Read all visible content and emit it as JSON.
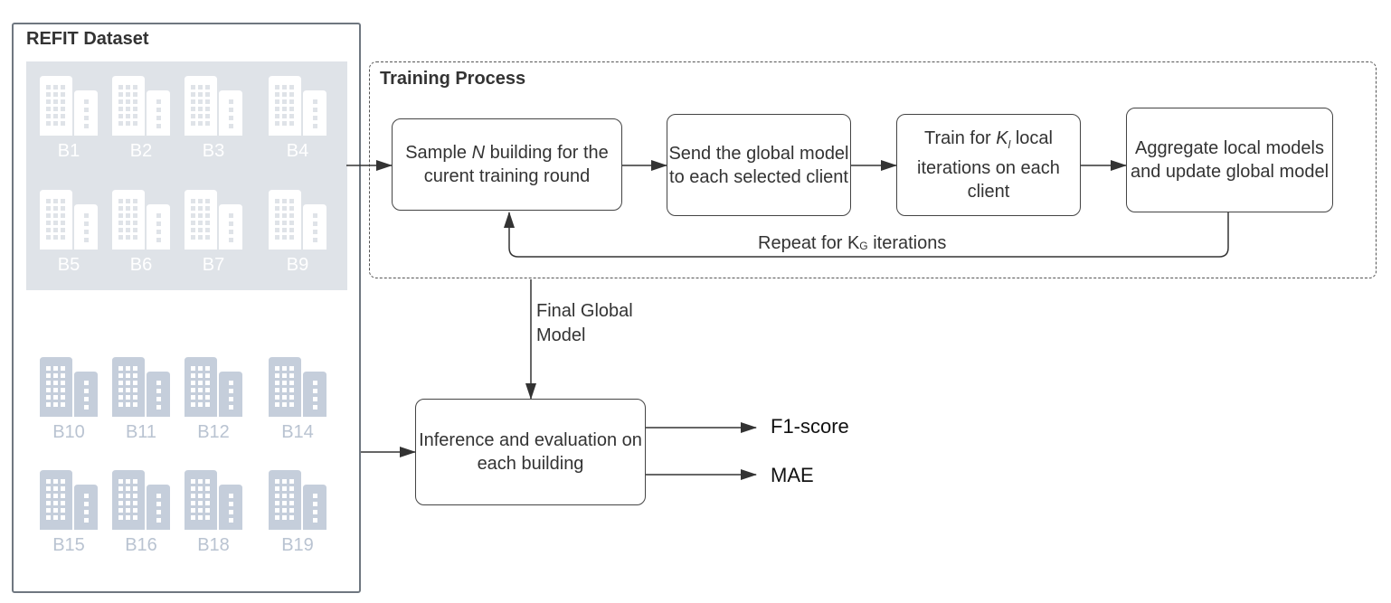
{
  "dataset": {
    "title": "REFIT Dataset",
    "train_buildings": [
      "B1",
      "B2",
      "B3",
      "B4",
      "B5",
      "B6",
      "B7",
      "B9"
    ],
    "test_buildings": [
      "B10",
      "B11",
      "B12",
      "B14",
      "B15",
      "B16",
      "B18",
      "B19"
    ],
    "building_icon": "building-icon"
  },
  "training": {
    "title": "Training Process",
    "steps": [
      {
        "pre": "Sample ",
        "var": "N",
        "post": " building for the curent training round"
      },
      {
        "text": "Send the global model to each selected client"
      },
      {
        "pre": "Train for ",
        "var": "K",
        "sub": "l",
        "post": " local iterations on each client"
      },
      {
        "text": "Aggregate local models and update global model"
      }
    ],
    "repeat": {
      "pre": "Repeat for K",
      "sub": "G",
      "post": " iterations"
    }
  },
  "final_model": {
    "line1": "Final Global",
    "line2": "Model"
  },
  "inference": {
    "text": "Inference and evaluation on each building"
  },
  "metrics": [
    "F1-score",
    "MAE"
  ],
  "colors": {
    "train_panel": "#dfe3e8",
    "train_icon": "#ffffff",
    "test_icon": "#c5cedb",
    "box_border": "#444444"
  }
}
